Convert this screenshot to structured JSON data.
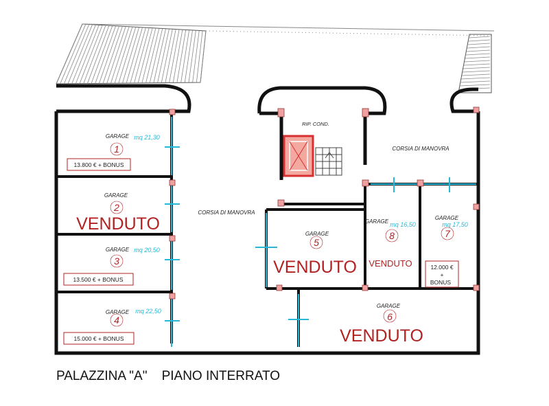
{
  "title": "PALAZZINA \"A\"    PIANO INTERRATO",
  "corridors": {
    "left": "CORSIA DI MANOVRA",
    "right": "CORSIA DI MANOVRA"
  },
  "stair": {
    "label": "RIP. COND."
  },
  "garages": [
    {
      "id": "g1",
      "label": "GARAGE",
      "number": "1",
      "area": "mq 21,30",
      "price": "13.800 € + BONUS",
      "status": ""
    },
    {
      "id": "g2",
      "label": "GARAGE",
      "number": "2",
      "area": "",
      "price": "",
      "status": "VENDUTO"
    },
    {
      "id": "g3",
      "label": "GARAGE",
      "number": "3",
      "area": "mq 20,50",
      "price": "13.500 € + BONUS",
      "status": ""
    },
    {
      "id": "g4",
      "label": "GARAGE",
      "number": "4",
      "area": "mq 22,50",
      "price": "15.000 € + BONUS",
      "status": ""
    },
    {
      "id": "g5",
      "label": "GARAGE",
      "number": "5",
      "area": "",
      "price": "",
      "status": "VENDUTO"
    },
    {
      "id": "g6",
      "label": "GARAGE",
      "number": "6",
      "area": "",
      "price": "",
      "status": "VENDUTO"
    },
    {
      "id": "g7",
      "label": "GARAGE",
      "number": "7",
      "area": "mq 17,50",
      "price_lines": [
        "12.000 €",
        "+",
        "BONUS"
      ],
      "status": ""
    },
    {
      "id": "g8",
      "label": "GARAGE",
      "number": "8",
      "area": "mq 16,50",
      "price": "",
      "status": "VENDUTO"
    }
  ],
  "colors": {
    "wall": "#111111",
    "column": "#f0a0a0",
    "door": "#27b8d8",
    "sold": "#b22222",
    "elevator": "#d83030"
  }
}
